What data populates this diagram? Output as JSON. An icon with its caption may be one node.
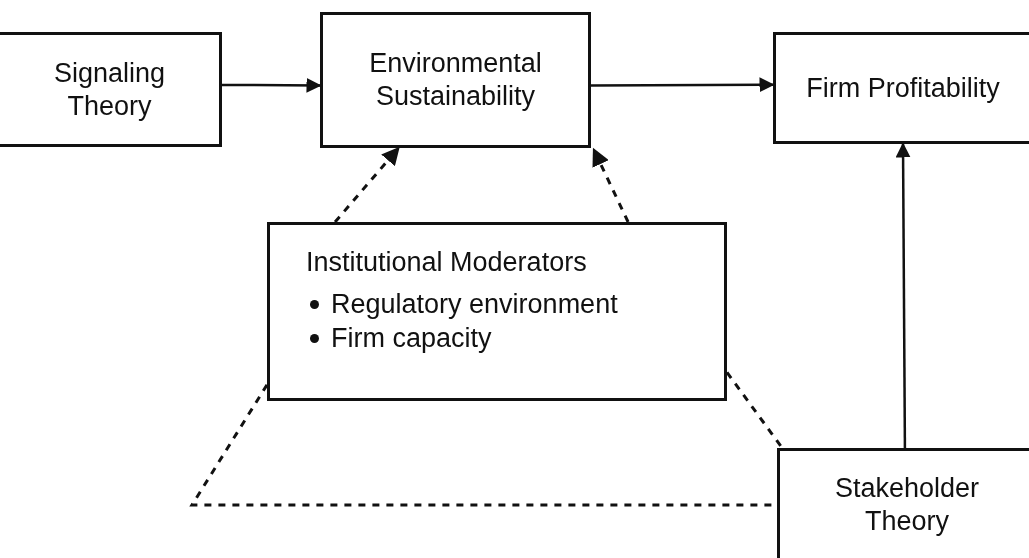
{
  "diagram": {
    "nodes": [
      {
        "text": [
          "Signaling Theory"
        ]
      },
      {
        "text": [
          "Environmental Sustainability"
        ]
      },
      {
        "text": [
          "Firm Profitability"
        ]
      },
      {
        "text": [
          "Institutional Moderators",
          "Regulatory environment",
          "Firm capacity"
        ]
      },
      {
        "text": [
          "Stakeholder Theory"
        ]
      }
    ],
    "edges": [
      {
        "from": 0,
        "to": 1,
        "arrow": "to"
      },
      {
        "from": 1,
        "to": 2,
        "arrow": "to"
      },
      {
        "from": 4,
        "to": 2,
        "arrow": "to"
      },
      {
        "from": 3,
        "to": 1,
        "arrow": "to",
        "style": "dashed"
      },
      {
        "from": 3,
        "to": 1,
        "arrow": "to",
        "style": "dashed"
      },
      {
        "from": 3,
        "to": 4,
        "arrow": "none",
        "style": "dashed"
      },
      {
        "from": 3,
        "to": 4,
        "arrow": "none",
        "style": "dashed"
      }
    ]
  }
}
